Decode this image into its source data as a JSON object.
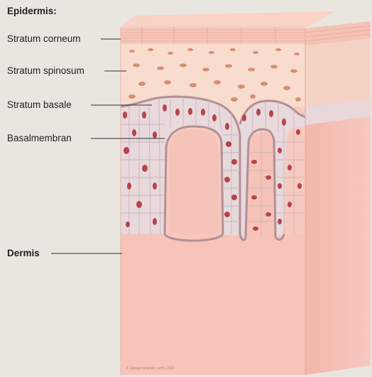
{
  "labels": {
    "epidermis": "Epidermis:",
    "stratum_corneum": "Stratum corneum",
    "stratum_spinosum": "Stratum spinosum",
    "stratum_basale": "Stratum basale",
    "basalmembran": "Basalmembran",
    "dermis": "Dermis"
  },
  "credit": "© Spiegel amicate | seh | 2015",
  "colors": {
    "background": "#e9e6e0",
    "dermis": "#f6c3b8",
    "dermis_side": "#f1b6ab",
    "corneum": "#f6c8ba",
    "spinosum": "#f8dccd",
    "basement_membrane": "#b48f96",
    "basal_cell": "#e9dbde",
    "nucleus": "#b8434b",
    "leader_line": "#333333"
  }
}
